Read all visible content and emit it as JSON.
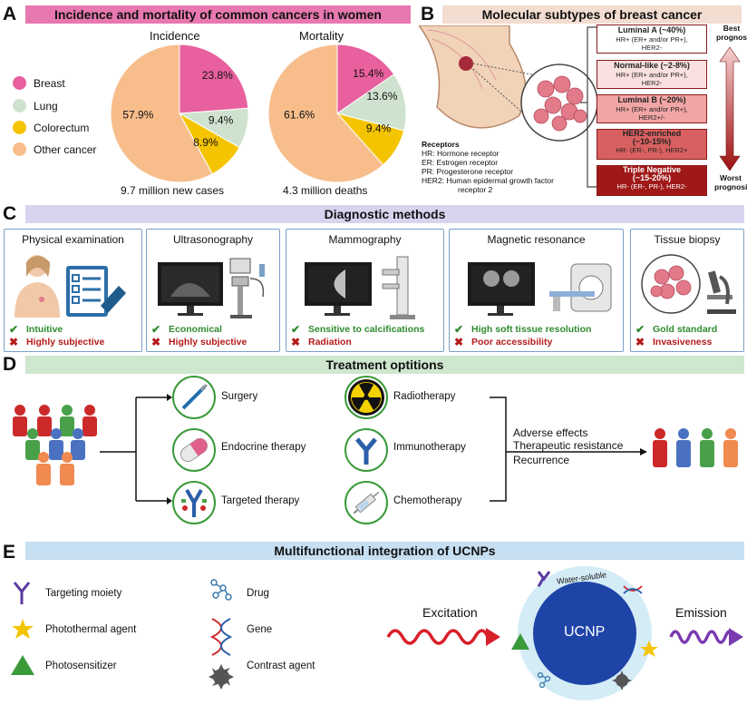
{
  "panelA": {
    "letter": "A",
    "title": "Incidence and mortality of common cancers in women",
    "legend": [
      {
        "label": "Breast",
        "color": "#e8609d"
      },
      {
        "label": "Lung",
        "color": "#cfe2cf"
      },
      {
        "label": "Colorectum",
        "color": "#f5c400"
      },
      {
        "label": "Other cancer",
        "color": "#f7be8c"
      }
    ],
    "incidence_title": "Incidence",
    "incidence_caption": "9.7 million new cases",
    "mortality_title": "Mortality",
    "mortality_caption": "4.3 million deaths"
  },
  "chart_data": [
    {
      "type": "pie",
      "title": "Incidence",
      "categories": [
        "Breast",
        "Lung",
        "Colorectum",
        "Other cancer"
      ],
      "values": [
        23.8,
        9.4,
        8.9,
        57.9
      ],
      "value_labels": [
        "23.8%",
        "9.4%",
        "8.9%",
        "57.9%"
      ],
      "colors": [
        "#e8609d",
        "#cfe2cf",
        "#f5c400",
        "#f7be8c"
      ]
    },
    {
      "type": "pie",
      "title": "Mortality",
      "categories": [
        "Breast",
        "Lung",
        "Colorectum",
        "Other cancer"
      ],
      "values": [
        15.4,
        13.6,
        9.4,
        61.6
      ],
      "value_labels": [
        "15.4%",
        "13.6%",
        "9.4%",
        "61.6%"
      ],
      "colors": [
        "#e8609d",
        "#cfe2cf",
        "#f5c400",
        "#f7be8c"
      ]
    }
  ],
  "panelB": {
    "letter": "B",
    "title": "Molecular subtypes of breast cancer",
    "subtypes": [
      {
        "name": "Luminal A (~40%)",
        "desc1": "HR+ (ER+ and/or PR+),",
        "desc2": "HER2-",
        "bg": "#ffffff",
        "fg": "#111111"
      },
      {
        "name": "Normal-like (~2-8%)",
        "desc1": "HR+ (ER+ and/or PR+),",
        "desc2": "HER2-",
        "bg": "#fbe0e0",
        "fg": "#111111"
      },
      {
        "name": "Luminal B (~20%)",
        "desc1": "HR+ (ER+ and/or PR+),",
        "desc2": "HER2+/-",
        "bg": "#f2a5a5",
        "fg": "#111111"
      },
      {
        "name": "HER2-enriched",
        "name2": "(~10-15%)",
        "desc1": "HR- (ER-, PR-), HER2+",
        "desc2": "",
        "bg": "#d96060",
        "fg": "#111111"
      },
      {
        "name": "Triple Negative",
        "name2": "(~15-20%)",
        "desc1": "HR- (ER-, PR-), HER2-",
        "desc2": "",
        "bg": "#a01818",
        "fg": "#ffffff"
      }
    ],
    "best": "Best",
    "best2": "prognosis",
    "worst": "Worst",
    "worst2": "prognosis",
    "receptors_title": "Receptors",
    "receptors": [
      "HR: Hormone receptor",
      "ER: Estrogen receptor",
      "PR: Progesterone receptor",
      "HER2: Human epidermal growth factor",
      "receptor 2"
    ]
  },
  "panelC": {
    "letter": "C",
    "title": "Diagnostic methods",
    "methods": [
      {
        "name": "Physical examination",
        "pro": "Intuitive",
        "con": "Highly subjective"
      },
      {
        "name": "Ultrasonography",
        "pro": "Economical",
        "con": "Highly subjective"
      },
      {
        "name": "Mammography",
        "pro": "Sensitive to calcifications",
        "con": "Radiation"
      },
      {
        "name": "Magnetic resonance",
        "pro": "High soft tissue resolution",
        "con": "Poor accessibility"
      },
      {
        "name": "Tissue biopsy",
        "pro": "Gold standard",
        "con": "Invasiveness"
      }
    ]
  },
  "panelD": {
    "letter": "D",
    "title": "Treatment optitions",
    "left_treatments": [
      "Surgery",
      "Endocrine therapy",
      "Targeted therapy"
    ],
    "right_treatments": [
      "Radiotherapy",
      "Immunotherapy",
      "Chemotherapy"
    ],
    "outcomes": [
      "Adverse effects",
      "Therapeutic resistance",
      "Recurrence"
    ]
  },
  "panelE": {
    "letter": "E",
    "title": "Multifunctional integration of UCNPs",
    "legend_left": [
      "Targeting moiety",
      "Photothermal agent",
      "Photosensitizer"
    ],
    "legend_right": [
      "Drug",
      "Gene",
      "Contrast agent"
    ],
    "excitation": "Excitation",
    "emission": "Emission",
    "core": "UCNP",
    "shell": "Water-soluble"
  },
  "colors": {
    "bandA": "#e878b0",
    "bandB": "#f3dcd0",
    "bandC": "#d8d4ef",
    "bandD": "#cfe6cf",
    "bandE": "#c6dff2",
    "green": "#3a9a3a",
    "red": "#b51a1a"
  }
}
